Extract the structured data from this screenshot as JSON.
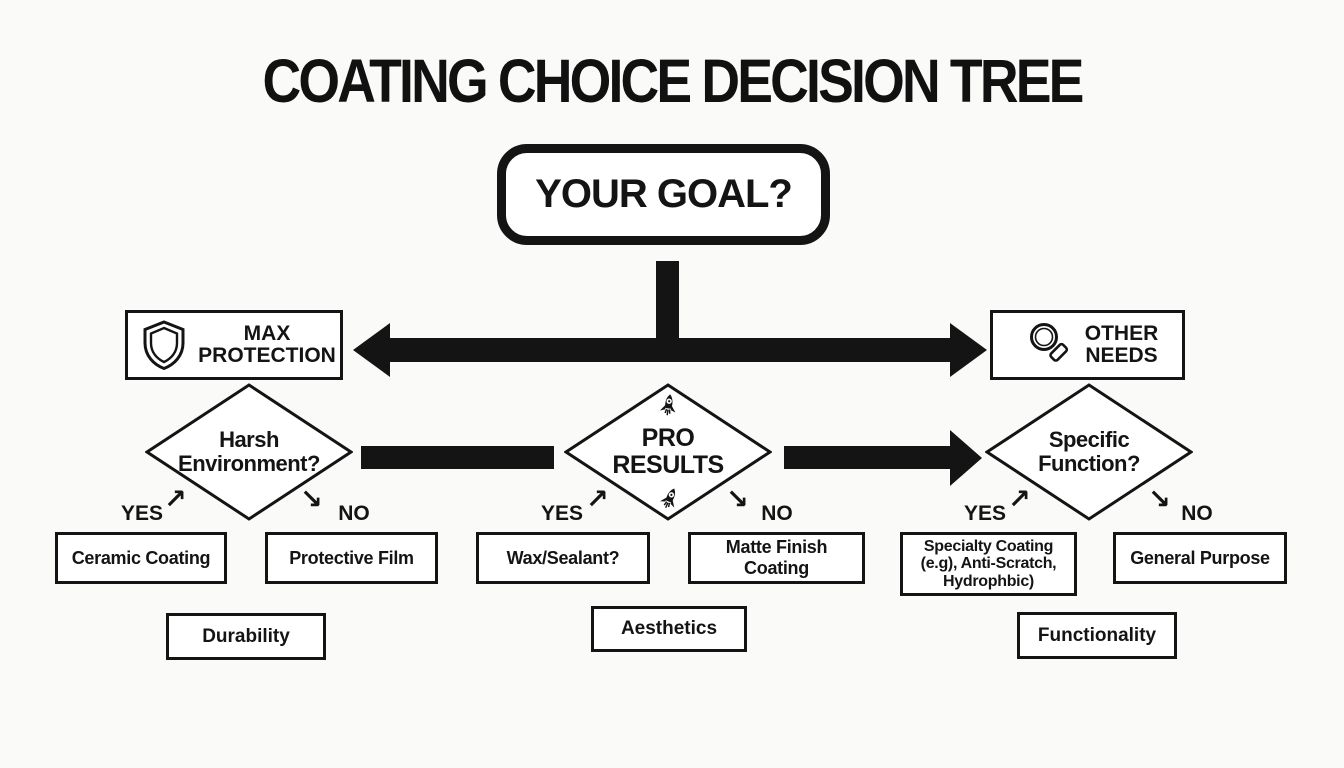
{
  "title": "COATING CHOICE DECISION TREE",
  "root": {
    "label": "YOUR GOAL?"
  },
  "branch_left": {
    "label": "MAX\nPROTECTION",
    "icon": "shield-icon"
  },
  "branch_right": {
    "label": "OTHER\nNEEDS",
    "icon": "magnifier-icon"
  },
  "decisions": [
    {
      "question": "Harsh\nEnvironment?",
      "yes_label": "YES",
      "no_label": "NO",
      "yes_result": "Ceramic Coating",
      "no_result": "Protective Film",
      "category": "Durability"
    },
    {
      "question": "PRO\nRESULTS",
      "icon": "rocket-icon",
      "yes_label": "YES",
      "no_label": "NO",
      "yes_result": "Wax/Sealant?",
      "no_result": "Matte Finish Coating",
      "category": "Aesthetics"
    },
    {
      "question": "Specific\nFunction?",
      "yes_label": "YES",
      "no_label": "NO",
      "yes_result": "Specialty Coating\n(e.g), Anti-Scratch,\nHydrophbic)",
      "no_result": "General Purpose",
      "category": "Functionality"
    }
  ],
  "colors": {
    "ink": "#141414",
    "background": "#fafaf8"
  }
}
